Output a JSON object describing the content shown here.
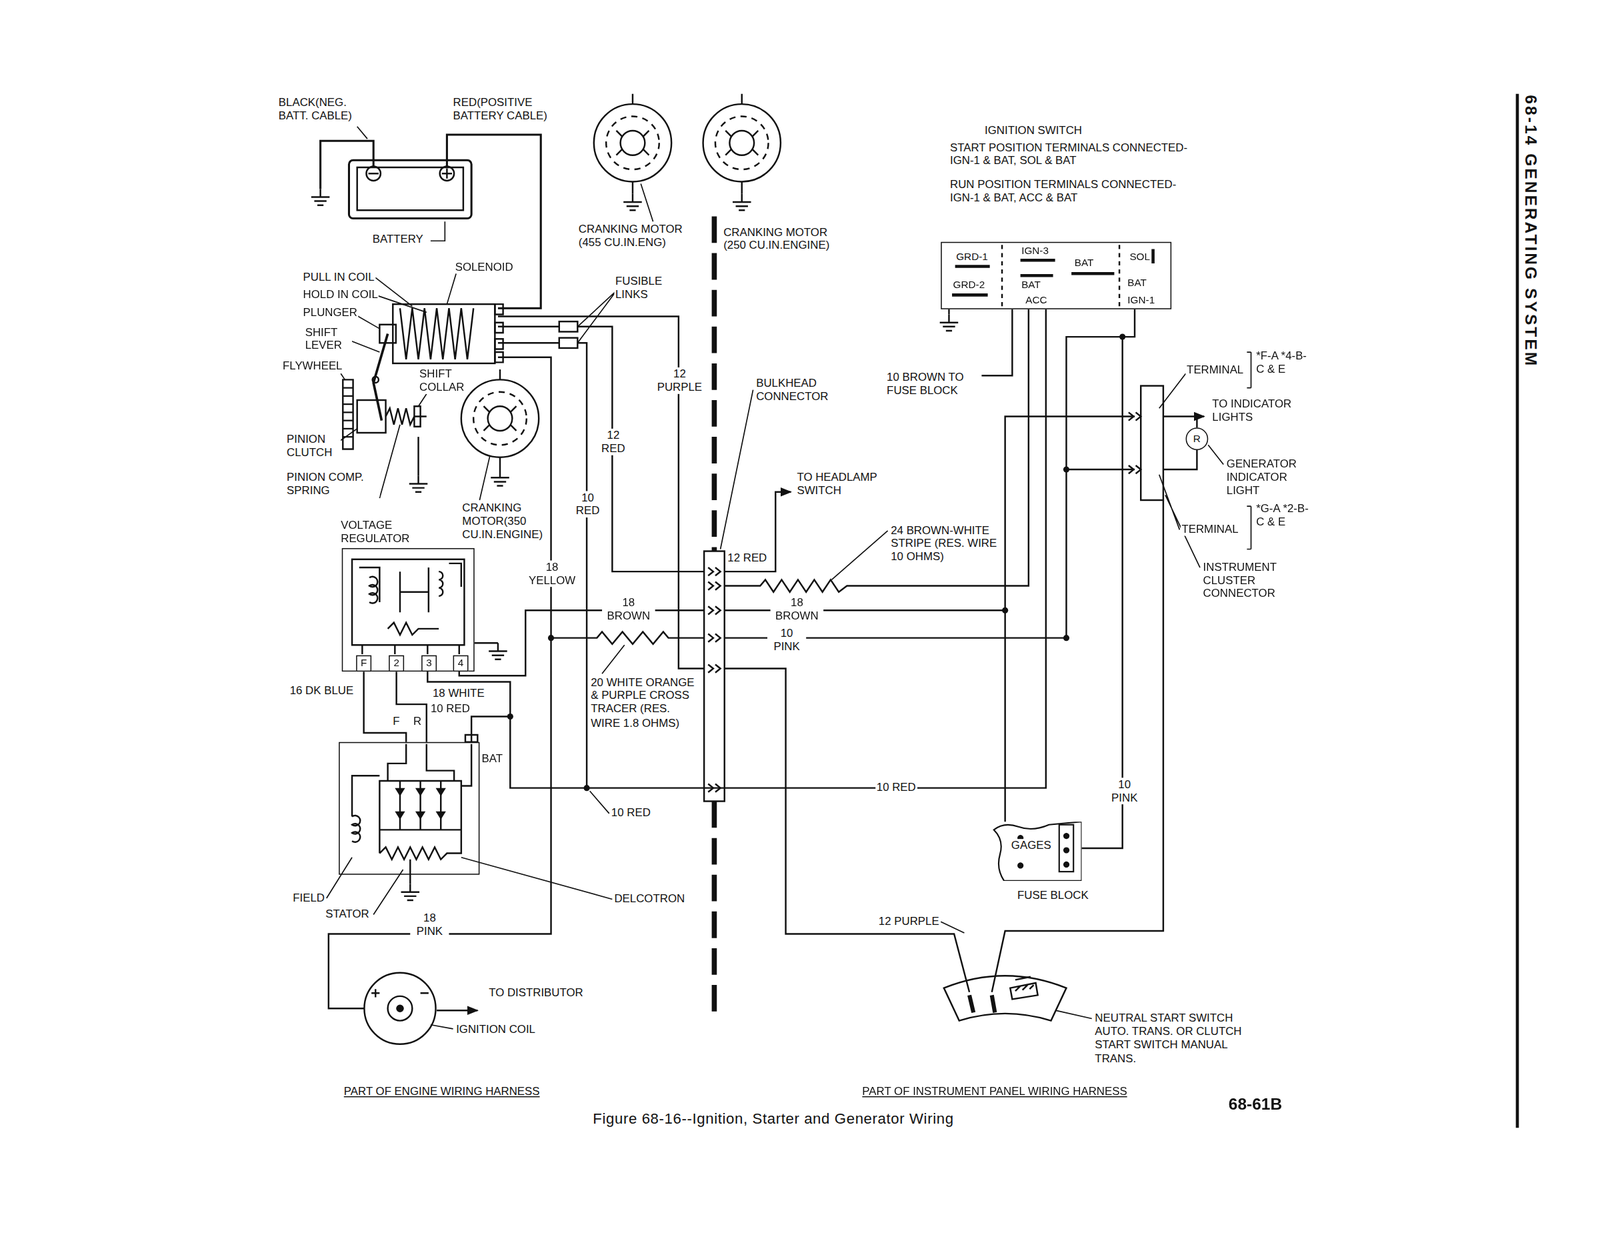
{
  "diagram": {
    "caption": "Figure 68-16--Ignition, Starter and Generator Wiring",
    "nodes": [
      {
        "text": [
          "BATTERY"
        ]
      },
      {
        "text": [
          "VOLTAGE REGULATOR"
        ]
      },
      {
        "text": [
          "F"
        ],
        "in": 1
      },
      {
        "text": [
          "2"
        ],
        "in": 1
      },
      {
        "text": [
          "3"
        ],
        "in": 1
      },
      {
        "text": [
          "4"
        ],
        "in": 1
      },
      {
        "text": [
          "DELCOTRON"
        ]
      },
      {
        "text": [
          "IGNITION SWITCH"
        ]
      },
      {
        "text": [
          "GAGES",
          "FUSE BLOCK"
        ]
      },
      {
        "text": [
          "R"
        ]
      }
    ],
    "edges": [
      {
        "from": 2,
        "to": 6,
        "arrow": "none",
        "label": "16 DK BLUE"
      },
      {
        "from": 3,
        "to": 6,
        "arrow": "none",
        "label": "18 WHITE"
      },
      {
        "from": 6,
        "to": 7,
        "arrow": "none",
        "label": "10 RED"
      },
      {
        "from": 8,
        "to": 7,
        "arrow": "none",
        "label": "10 PINK"
      }
    ],
    "labels": [
      "BLACK(NEG. BATT. CABLE)",
      "RED(POSITIVE BATTERY CABLE)",
      "PULL IN COIL",
      "HOLD IN COIL",
      "SOLENOID",
      "PLUNGER",
      "SHIFT LEVER",
      "FLYWHEEL",
      "SHIFT COLLAR",
      "PINION CLUTCH",
      "PINION COMP. SPRING",
      "CRANKING MOTOR (455 CU.IN.ENG)",
      "CRANKING MOTOR (250 CU.IN.ENGINE)",
      "FUSIBLE LINKS",
      "12 PURPLE",
      "BULKHEAD CONNECTOR",
      "12 RED",
      "CRANKING MOTOR(350 CU.IN.ENGINE)",
      "10 RED",
      "TO HEADLAMP SWITCH",
      "12 RED",
      "18 YELLOW",
      "18 BROWN",
      "18 BROWN",
      "24 BROWN-WHITE STRIPE (RES. WIRE 10 OHMS)",
      "10 PINK",
      "20 WHITE ORANGE & PURPLE CROSS TRACER (RES. WIRE 1.8 OHMS)",
      "F",
      "R",
      "10 RED",
      "BAT",
      "10 RED",
      "FIELD",
      "STATOR",
      "18 PINK",
      "TO DISTRIBUTOR",
      "IGNITION COIL",
      "PART OF ENGINE WIRING HARNESS",
      "PART OF INSTRUMENT PANEL WIRING HARNESS",
      "68-61B",
      "START POSITION TERMINALS CONNECTED- IGN-1 & BAT, SOL & BAT",
      "RUN POSITION TERMINALS CONNECTED-IGN-1 & BAT, ACC & BAT",
      "GRD-1",
      "IGN-3",
      "BAT",
      "SOL",
      "GRD-2",
      "BAT",
      "ACC",
      "BAT",
      "IGN-1",
      "10 BROWN TO FUSE BLOCK",
      "TERMINAL",
      "*F-A *4-B-C & E",
      "TO INDICATOR LIGHTS",
      "GENERATOR INDICATOR LIGHT",
      "TERMINAL",
      "*G-A *2-B-C & E",
      "INSTRUMENT CLUSTER CONNECTOR",
      "12 PURPLE",
      "NEUTRAL START SWITCH AUTO. TRANS. OR CLUTCH START SWITCH MANUAL TRANS.",
      "68-14 GENERATING SYSTEM"
    ]
  }
}
